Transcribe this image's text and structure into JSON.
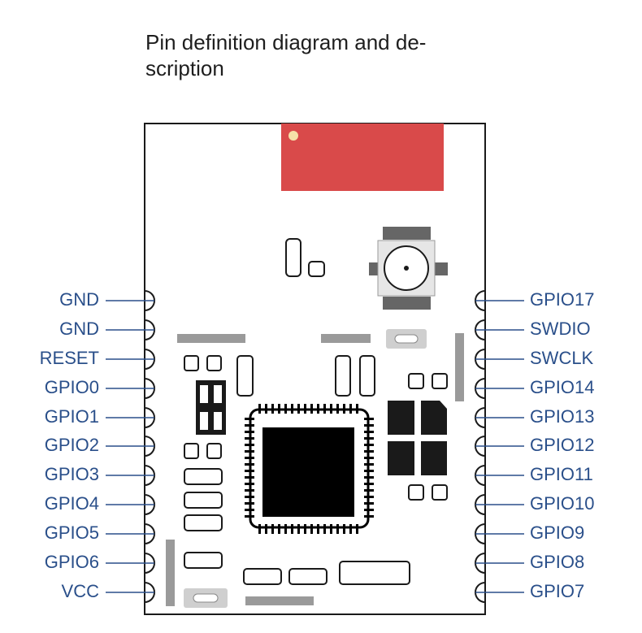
{
  "title": "Pin definition diagram and de-\nscription",
  "left_pins": [
    "GND",
    "GND",
    "RESET",
    "GPIO0",
    "GPIO1",
    "GPIO2",
    "GPIO3",
    "GPIO4",
    "GPIO5",
    "GPIO6",
    "VCC"
  ],
  "right_pins": [
    "GPIO17",
    "SWDIO",
    "SWCLK",
    "GPIO14",
    "GPIO13",
    "GPIO12",
    "GPIO11",
    "GPIO10",
    "GPIO9",
    "GPIO8",
    "GPIO7"
  ],
  "colors": {
    "label": "#2a4f8a",
    "antenna": "#d94a4a",
    "pad": "#1a1a1a",
    "silkscreen": "#9a9a9a",
    "chip": "#000000"
  }
}
